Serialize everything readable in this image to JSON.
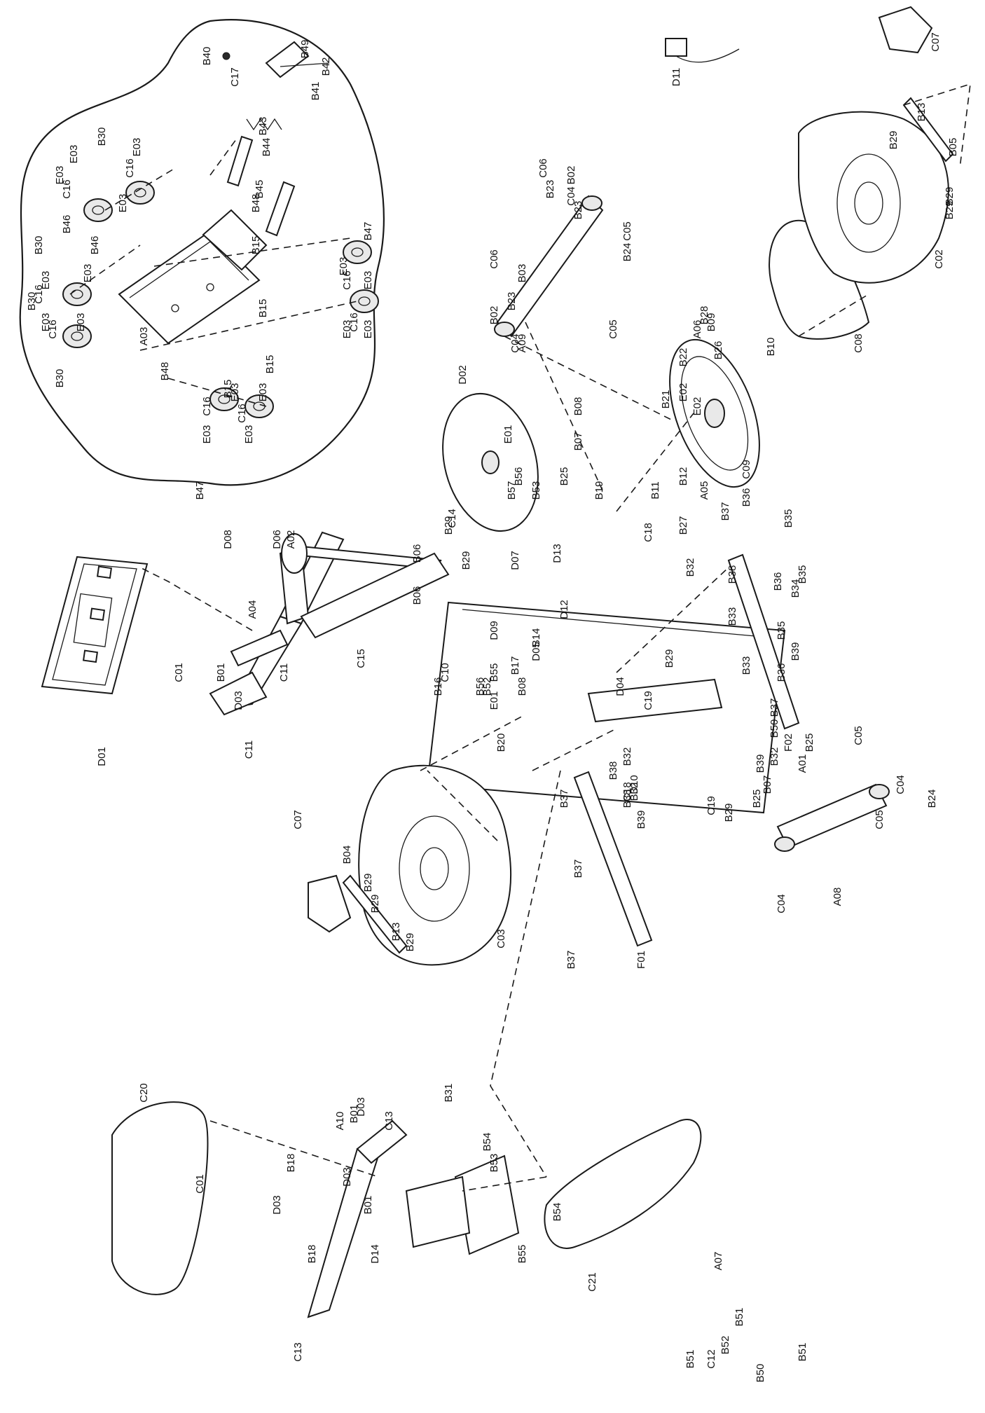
{
  "diagram": {
    "labels": {
      "main": [
        "A01",
        "A02",
        "A04",
        "A05",
        "A06",
        "A07",
        "A08",
        "A09",
        "A10",
        "D01",
        "D02",
        "D04",
        "D05",
        "D06",
        "D07",
        "D08",
        "D09",
        "D10",
        "D11",
        "D12",
        "D13",
        "D14",
        "C01",
        "C01",
        "C02",
        "C03",
        "C04",
        "C04",
        "C04",
        "C04",
        "C05",
        "C05",
        "C05",
        "C05",
        "C06",
        "C06",
        "C07",
        "C07",
        "C08",
        "C09",
        "C10",
        "C11",
        "C11",
        "C12",
        "C13",
        "C13",
        "C14",
        "C15",
        "C18",
        "C18",
        "C19",
        "C19",
        "C20",
        "C21",
        "F01",
        "F02",
        "E01",
        "E01",
        "E02",
        "E02",
        "B01",
        "B01",
        "B01",
        "B02",
        "B02",
        "B03",
        "B04",
        "B05",
        "B06",
        "B06",
        "B07",
        "B07",
        "B08",
        "B08",
        "B09",
        "B10",
        "B11",
        "B12",
        "B13",
        "B13",
        "B14",
        "B16",
        "B17",
        "B18",
        "B18",
        "B19",
        "B20",
        "B21",
        "B22",
        "B23",
        "B23",
        "B23",
        "B24",
        "B24",
        "B25",
        "B25",
        "B25",
        "B26",
        "B27",
        "B28",
        "B29",
        "B29",
        "B29",
        "B29",
        "B29",
        "B29",
        "B29",
        "B29",
        "B29",
        "B29",
        "B31",
        "B32",
        "B32",
        "B32",
        "B32",
        "B33",
        "B33",
        "B34",
        "B35",
        "B35",
        "B35",
        "B36",
        "B36",
        "B36",
        "B37",
        "B37",
        "B37",
        "B37",
        "B37",
        "B38",
        "B38",
        "B38",
        "B39",
        "B39",
        "B39",
        "B50",
        "B50",
        "B51",
        "B51",
        "B51",
        "B52",
        "B52",
        "B53",
        "B53",
        "B54",
        "B54",
        "B55",
        "B55",
        "B56",
        "B56",
        "B57",
        "D03",
        "D03",
        "D03",
        "D03"
      ],
      "inset": [
        "A03",
        "B15",
        "B15",
        "B15",
        "B15",
        "B30",
        "B30",
        "B30",
        "B30",
        "B40",
        "B41",
        "B42",
        "B43",
        "B44",
        "B45",
        "B46",
        "B46",
        "B47",
        "B47",
        "B48",
        "B48",
        "B49",
        "C16",
        "C16",
        "C16",
        "C16",
        "C16",
        "C16",
        "C16",
        "C16",
        "C17",
        "E03",
        "E03",
        "E03",
        "E03",
        "E03",
        "E03",
        "E03",
        "E03",
        "E03",
        "E03",
        "E03",
        "E03",
        "E03",
        "E03",
        "E03",
        "E03"
      ]
    }
  }
}
